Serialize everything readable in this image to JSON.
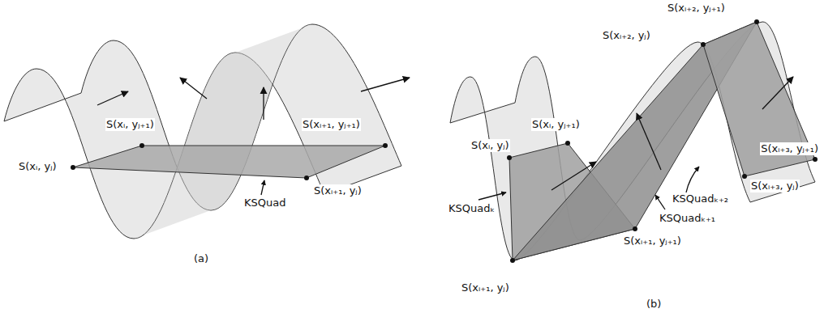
{
  "diagram": {
    "labels": [
      "S(xᵢ, yⱼ)",
      "S(xᵢ, yⱼ₊₁)",
      "S(xᵢ₊₁, yⱼ₊₁)",
      "S(xᵢ₊₁, yⱼ)",
      "KSQuad",
      "(a)",
      "S(xᵢ₊₂, yⱼ₊₁)",
      "S(xᵢ₊₂, yⱼ)",
      "S(xᵢ, yⱼ₊₁)",
      "S(xᵢ, yⱼ)",
      "S(xᵢ₊₃, yⱼ₊₁)",
      "S(xᵢ₊₃, yⱼ)",
      "KSQuadₖ",
      "KSQuadₖ₊₁",
      "KSQuadₖ₊₂",
      "S(xᵢ₊₁, yⱼ₊₁)",
      "S(xᵢ₊₁, yⱼ)",
      "(b)"
    ]
  }
}
